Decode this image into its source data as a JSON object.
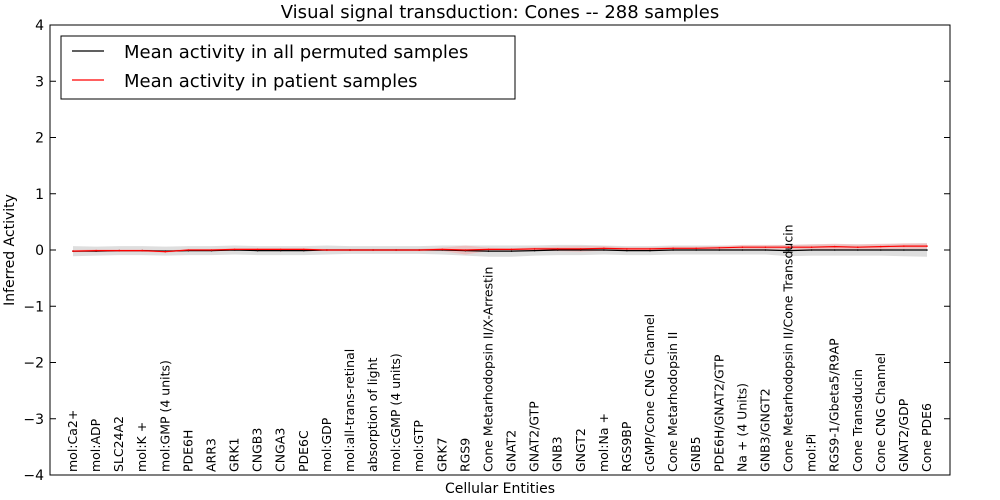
{
  "chart_data": {
    "type": "line",
    "title": "Visual signal transduction: Cones -- 288 samples",
    "xlabel": "Cellular Entities",
    "ylabel": "Inferred Activity",
    "ylim": [
      -4,
      4
    ],
    "yticks": [
      -4,
      -3,
      -2,
      -1,
      0,
      1,
      2,
      3,
      4
    ],
    "grid": false,
    "legend_position": "top-left",
    "categories": [
      "mol:Ca2+",
      "mol:ADP",
      "SLC24A2",
      "mol:K +",
      "mol:GMP (4 units)",
      "PDE6H",
      "ARR3",
      "GRK1",
      "CNGB3",
      "CNGA3",
      "PDE6C",
      "mol:GDP",
      "mol:all-trans-retinal",
      "absorption of light",
      "mol:cGMP (4 units)",
      "mol:GTP",
      "GRK7",
      "RGS9",
      "Cone Metarhodopsin II/X-Arrestin",
      "GNAT2",
      "GNAT2/GTP",
      "GNB3",
      "GNGT2",
      "mol:Na +",
      "RGS9BP",
      "cGMP/Cone CNG Channel",
      "Cone Metarhodopsin II",
      "GNB5",
      "PDE6H/GNAT2/GTP",
      "Na + (4 Units)",
      "GNB3/GNGT2",
      "Cone Metarhodopsin II/Cone Transducin",
      "mol:Pi",
      "RGS9-1/Gbeta5/R9AP",
      "Cone Transducin",
      "Cone CNG Channel",
      "GNAT2/GDP",
      "Cone PDE6"
    ],
    "series": [
      {
        "name": "Mean activity in all permuted samples",
        "color": "#000000",
        "band_color": "#c8c8c8",
        "values": [
          -0.02,
          -0.02,
          -0.01,
          -0.01,
          -0.02,
          -0.01,
          -0.01,
          0.0,
          -0.01,
          -0.01,
          -0.01,
          0.0,
          0.0,
          0.0,
          0.0,
          0.0,
          0.0,
          -0.01,
          -0.02,
          -0.02,
          -0.01,
          0.0,
          0.0,
          0.0,
          -0.01,
          -0.01,
          0.0,
          0.0,
          0.0,
          0.0,
          0.0,
          -0.01,
          0.0,
          0.0,
          0.0,
          0.0,
          0.0,
          0.0
        ],
        "band": [
          0.09,
          0.08,
          0.08,
          0.08,
          0.08,
          0.08,
          0.08,
          0.08,
          0.08,
          0.08,
          0.08,
          0.08,
          0.07,
          0.07,
          0.07,
          0.07,
          0.08,
          0.09,
          0.1,
          0.1,
          0.09,
          0.09,
          0.09,
          0.08,
          0.08,
          0.08,
          0.08,
          0.08,
          0.08,
          0.08,
          0.08,
          0.1,
          0.1,
          0.1,
          0.1,
          0.1,
          0.11,
          0.12
        ]
      },
      {
        "name": "Mean activity in patient samples",
        "color": "#ff0000",
        "band_color": "#f4a9a9",
        "values": [
          -0.02,
          -0.01,
          -0.01,
          -0.01,
          -0.03,
          0.0,
          0.0,
          0.01,
          0.01,
          0.01,
          0.01,
          0.0,
          0.0,
          0.0,
          0.0,
          0.0,
          0.01,
          0.0,
          0.01,
          0.01,
          0.02,
          0.02,
          0.02,
          0.03,
          0.02,
          0.02,
          0.03,
          0.03,
          0.04,
          0.05,
          0.05,
          0.05,
          0.05,
          0.06,
          0.05,
          0.06,
          0.07,
          0.07
        ],
        "band": [
          0.02,
          0.02,
          0.02,
          0.02,
          0.02,
          0.02,
          0.02,
          0.02,
          0.02,
          0.02,
          0.02,
          0.02,
          0.02,
          0.02,
          0.02,
          0.02,
          0.03,
          0.08,
          0.03,
          0.02,
          0.03,
          0.04,
          0.05,
          0.04,
          0.03,
          0.03,
          0.03,
          0.03,
          0.03,
          0.04,
          0.04,
          0.04,
          0.05,
          0.05,
          0.05,
          0.05,
          0.05,
          0.05
        ]
      }
    ]
  }
}
